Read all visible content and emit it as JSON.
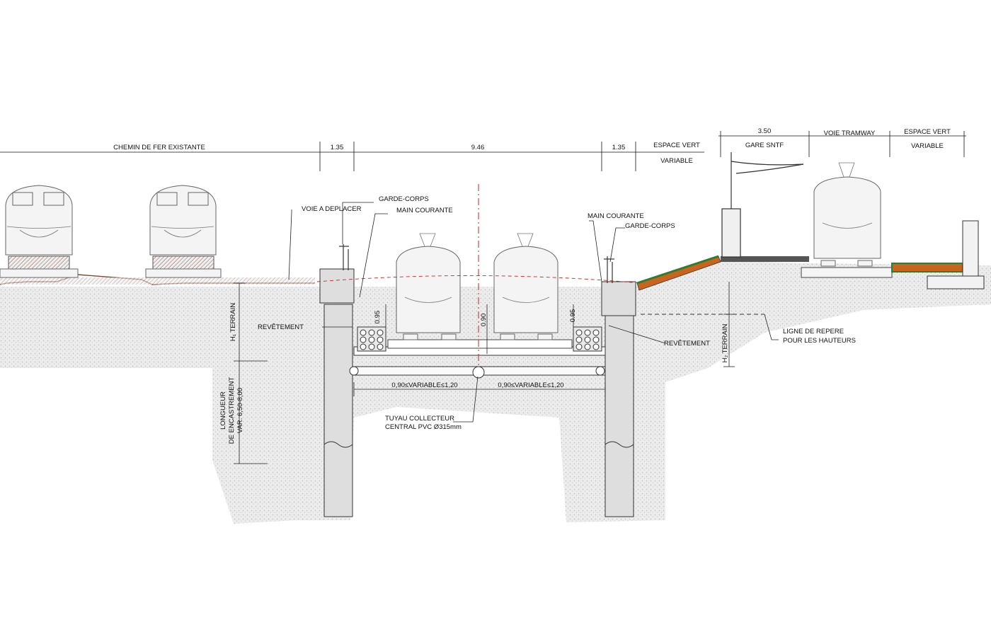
{
  "colors": {
    "soil": "#e6e6e6",
    "concrete": "#dedede",
    "grass": "#2e7d32",
    "earth": "#c8641e",
    "axis": "#cc2222"
  },
  "dimensions": {
    "chemin_de_fer": "CHEMIN DE FER EXISTANTE",
    "d135_left": "1.35",
    "d946": "9.46",
    "d135_right": "1.35",
    "espace_vert_left": "ESPACE VERT",
    "variable_left": "VARIABLE",
    "d350": "3.50",
    "gare_sntf": "GARE SNTF",
    "voie_tramway": "VOIE TRAMWAY",
    "espace_vert_right": "ESPACE VERT",
    "variable_right": "VARIABLE"
  },
  "labels": {
    "voie_a_deplacer": "VOIE A DEPLACER",
    "garde_corps_left": "GARDE-CORPS",
    "main_courante_left": "MAIN COURANTE",
    "main_courante_right": "MAIN COURANTE",
    "garde_corps_right": "GARDE-CORPS",
    "revetement_left": "REVÊTEMENT",
    "revetement_right": "REVÊTEMENT",
    "d095_left": "0.95",
    "d090": "0.90",
    "d095_right": "0.95",
    "variable_span_left": "0,90≤VARIABLE≤1,20",
    "variable_span_right": "0,90≤VARIABLE≤1,20",
    "tuyau_line1": "TUYAU  COLLECTEUR",
    "tuyau_line2": "CENTRAL PVC Ø315mm",
    "h_terrain": "H₁ TERRAIN",
    "h2_terrain": "H₂ TERRAIN",
    "longueur_line1": "LONGUEUR",
    "longueur_line2": "DE ENCASTREMENT",
    "longueur_line3": "VAR. 6,50-8,00",
    "ligne_repere_line1": "LIGNE DE REPERE",
    "ligne_repere_line2": "POUR LES HAUTEURS"
  }
}
